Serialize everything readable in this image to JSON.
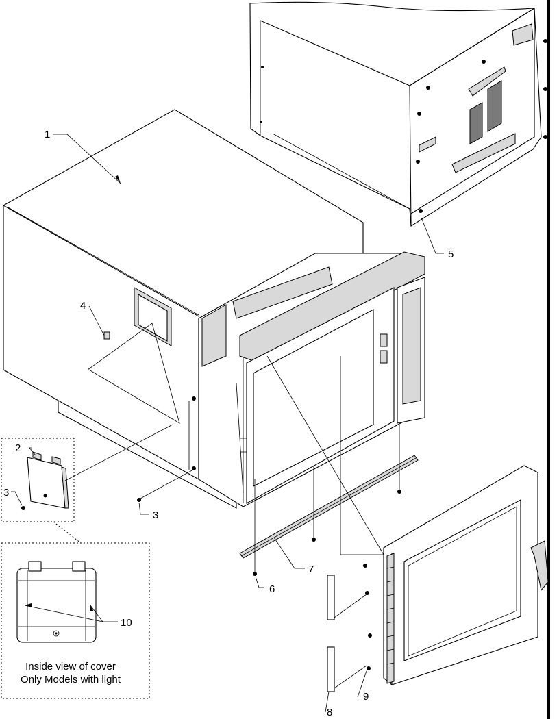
{
  "callouts": [
    "1",
    "2",
    "3",
    "3",
    "4",
    "5",
    "6",
    "7",
    "8",
    "9",
    "10"
  ],
  "inset_caption": {
    "line1": "Inside view of cover",
    "line2": "Only Models with light"
  }
}
